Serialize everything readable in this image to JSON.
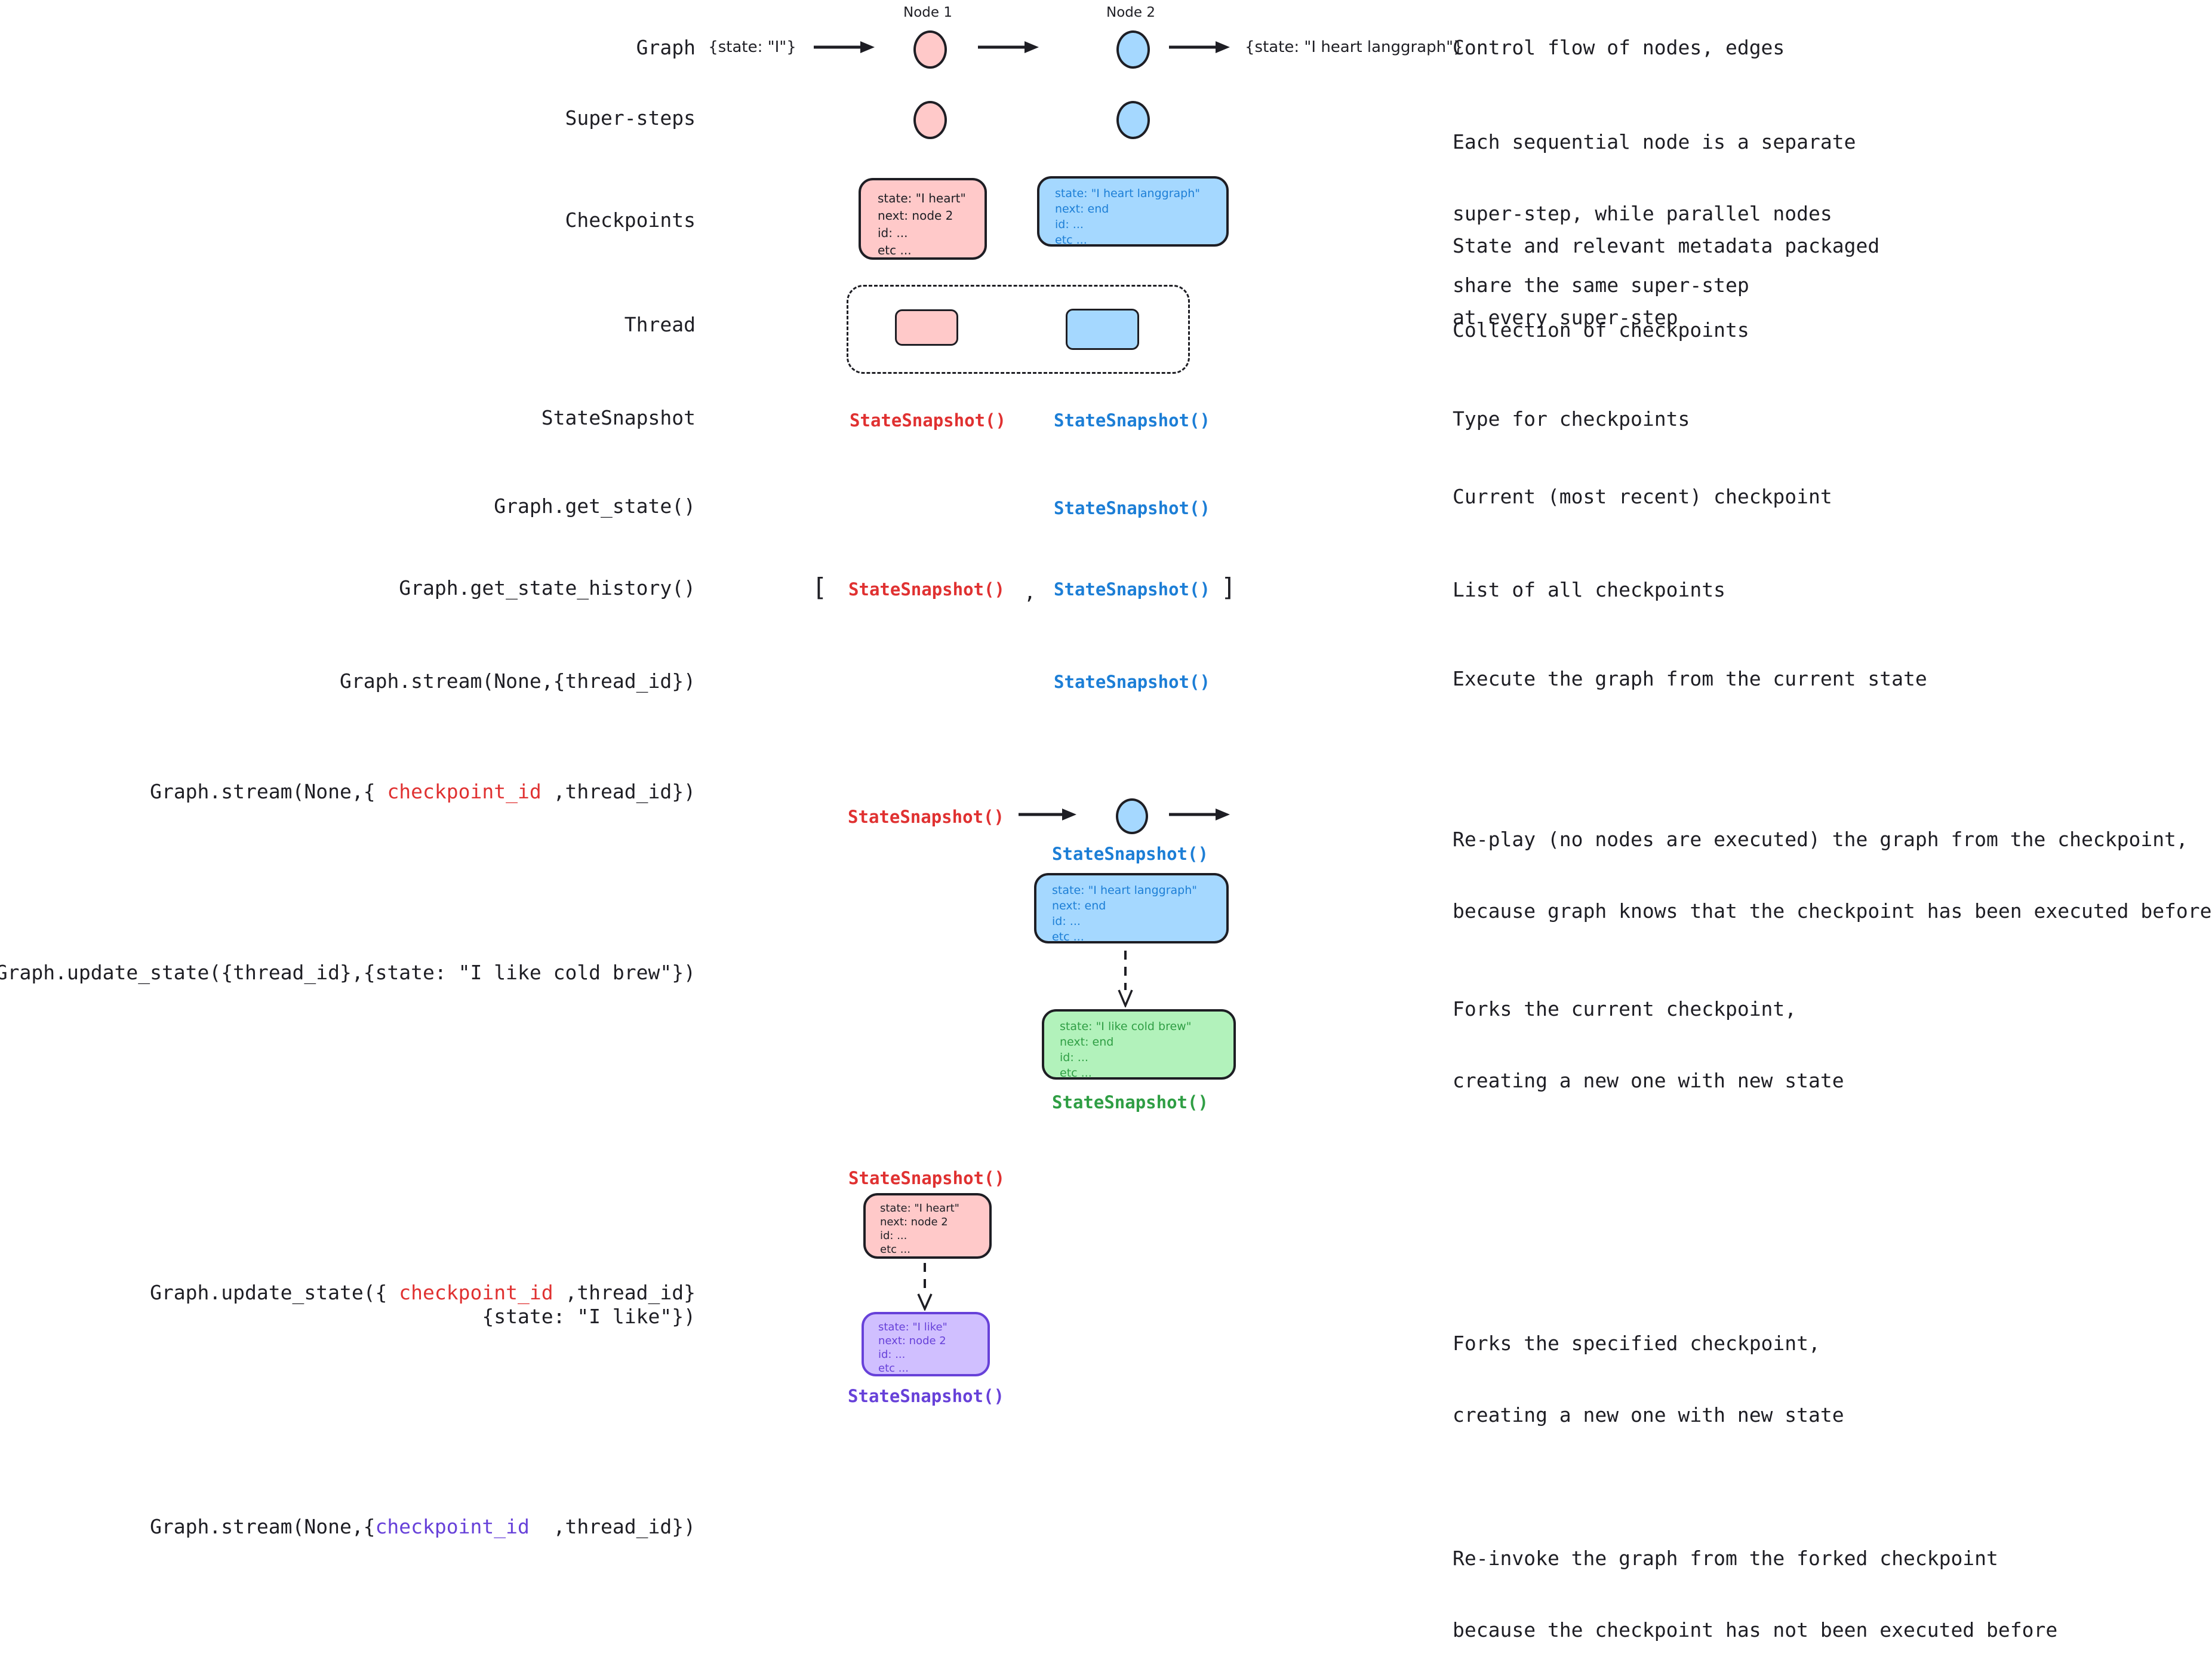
{
  "colors": {
    "ink": "#1e1e24",
    "pink_fill": "#ffc9c9",
    "blue_fill": "#a5d8ff",
    "green_fill": "#b2f2bb",
    "purple_fill": "#d0bfff",
    "red_text": "#e03131",
    "blue_text": "#1c7ed6",
    "green_text": "#2f9e44",
    "purple_text": "#6741d9"
  },
  "left_labels": {
    "graph": "Graph",
    "super_steps": "Super-steps",
    "checkpoints": "Checkpoints",
    "thread": "Thread",
    "state_snapshot": "StateSnapshot",
    "get_state": "Graph.get_state()",
    "get_state_history": "Graph.get_state_history()",
    "stream_thread": "Graph.stream(None,{thread_id})",
    "stream_ckpt_pre": "Graph.stream(None,{ ",
    "stream_ckpt_post": " ,thread_id})",
    "update_thread": "Graph.update_state({thread_id},{state: \"I like cold brew\"})",
    "update_ckpt_pre": "Graph.update_state({ ",
    "update_ckpt_post": " ,thread_id}",
    "update_ckpt_line2": "{state: \"I like\"})",
    "stream_forked_pre": "Graph.stream(None,{",
    "stream_forked_post": "  ,thread_id})",
    "checkpoint_id_arg": "checkpoint_id"
  },
  "flow": {
    "node1_label": "Node 1",
    "node2_label": "Node 2",
    "input_state": "{state: \"I\"}",
    "output_state": "{state: \"I heart langgraph\"}"
  },
  "snippets": {
    "state_snapshot": "StateSnapshot()",
    "bracket_open": "[",
    "comma": ",",
    "bracket_close": "]"
  },
  "cards": {
    "checkpoint_pink": {
      "lines": [
        "state: \"I heart\"",
        "next: node 2",
        "id: ...",
        "etc ..."
      ]
    },
    "checkpoint_blue": {
      "lines": [
        "state: \"I heart langgraph\"",
        "next: end",
        "id: ...",
        "etc ..."
      ]
    },
    "fork_source_blue": {
      "lines": [
        "state: \"I heart langgraph\"",
        "next: end",
        "id: ...",
        "etc ..."
      ]
    },
    "fork_green": {
      "lines": [
        "state: \"I like cold brew\"",
        "next: end",
        "id: ...",
        "etc ..."
      ]
    },
    "fork_source_pink": {
      "lines": [
        "state: \"I heart\"",
        "next: node 2",
        "id: ...",
        "etc ..."
      ]
    },
    "fork_purple": {
      "lines": [
        "state: \"I like\"",
        "next: node 2",
        "id: ...",
        "etc ..."
      ]
    }
  },
  "descriptions": {
    "graph": "Control flow of nodes, edges",
    "super_steps": [
      "Each sequential node is a separate",
      "super-step, while parallel nodes",
      "share the same super-step"
    ],
    "checkpoints": [
      "State and relevant metadata packaged",
      "at every super-step"
    ],
    "thread": "Collection of checkpoints",
    "state_snapshot": "Type for checkpoints",
    "get_state": "Current (most recent) checkpoint",
    "get_state_history": "List of all checkpoints",
    "stream_thread": "Execute the graph from the current state",
    "replay": [
      "Re-play (no nodes are executed) the graph from the checkpoint,",
      "because graph knows that the checkpoint has been executed before"
    ],
    "fork_current": [
      "Forks the current checkpoint,",
      "creating a new one with new state"
    ],
    "fork_specified": [
      "Forks the specified checkpoint,",
      "creating a new one with new state"
    ],
    "reinvoke": [
      "Re-invoke the graph from the forked checkpoint",
      "because the checkpoint has not been executed before"
    ]
  }
}
